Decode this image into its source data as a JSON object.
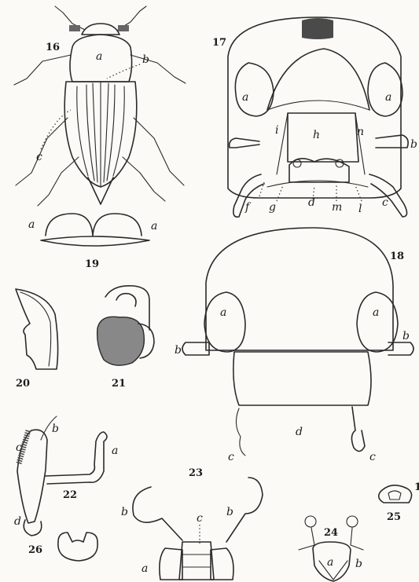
{
  "figures": {
    "f16": {
      "number": "16",
      "labels": {
        "a": "a",
        "b": "b",
        "c": "c"
      }
    },
    "f17": {
      "number": "17",
      "labels": {
        "a": "a",
        "b": "b",
        "c": "c",
        "d": "d",
        "f": "f",
        "g": "g",
        "h": "h",
        "i": "i",
        "l": "l",
        "m": "m",
        "n": "n"
      }
    },
    "f18": {
      "number": "18",
      "labels": {
        "a": "a",
        "b": "b",
        "c": "c",
        "d": "d"
      }
    },
    "f19": {
      "number": "19",
      "labels": {
        "a": "a"
      }
    },
    "f20": {
      "number": "20"
    },
    "f21": {
      "number": "21"
    },
    "f22": {
      "number": "22",
      "labels": {
        "a": "a",
        "b": "b",
        "c": "c",
        "d": "d"
      }
    },
    "f23": {
      "number": "23",
      "labels": {
        "a": "a",
        "b": "b",
        "c": "c"
      }
    },
    "f24": {
      "number": "24",
      "labels": {
        "a": "a",
        "b": "b"
      }
    },
    "f25": {
      "number": "25",
      "partial": "1"
    },
    "f26": {
      "number": "26"
    }
  },
  "colors": {
    "ink": "#2a2a2a",
    "paper": "#fbfaf6",
    "shade": "#777777"
  }
}
